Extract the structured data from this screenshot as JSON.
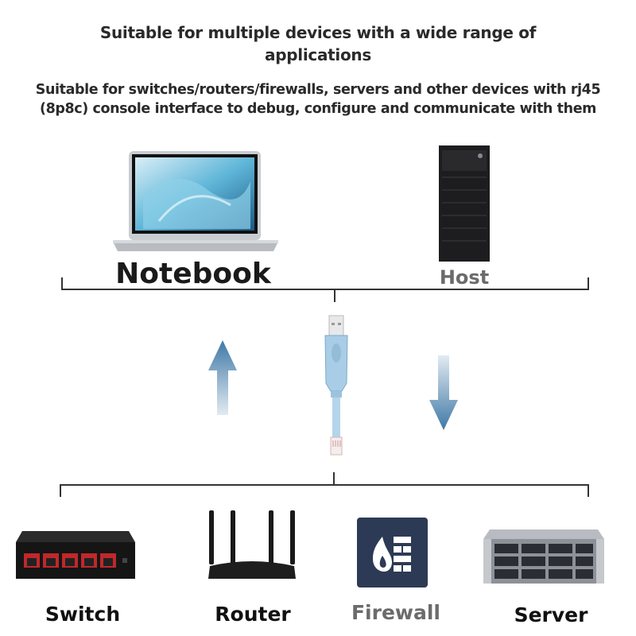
{
  "heading": {
    "line1": "Suitable for multiple devices with a wide range of",
    "line2": "applications"
  },
  "subheading": {
    "line1": "Suitable for switches/routers/firewalls, servers and other devices with rj45",
    "line2": "(8p8c) console interface to debug, configure and communicate with them"
  },
  "hosts": [
    {
      "label": "Notebook",
      "icon": "laptop-icon"
    },
    {
      "label": "Host",
      "icon": "desktop-tower-icon"
    }
  ],
  "cable": {
    "icon": "usb-to-rj45-cable-icon"
  },
  "devices": [
    {
      "label": "Switch",
      "icon": "network-switch-icon"
    },
    {
      "label": "Router",
      "icon": "wifi-router-icon"
    },
    {
      "label": "Firewall",
      "icon": "firewall-icon"
    },
    {
      "label": "Server",
      "icon": "rack-server-icon"
    }
  ],
  "colors": {
    "arrow": "#3f78a6",
    "firewall_bg": "#2c3a55",
    "cable": "#a9cde6"
  }
}
